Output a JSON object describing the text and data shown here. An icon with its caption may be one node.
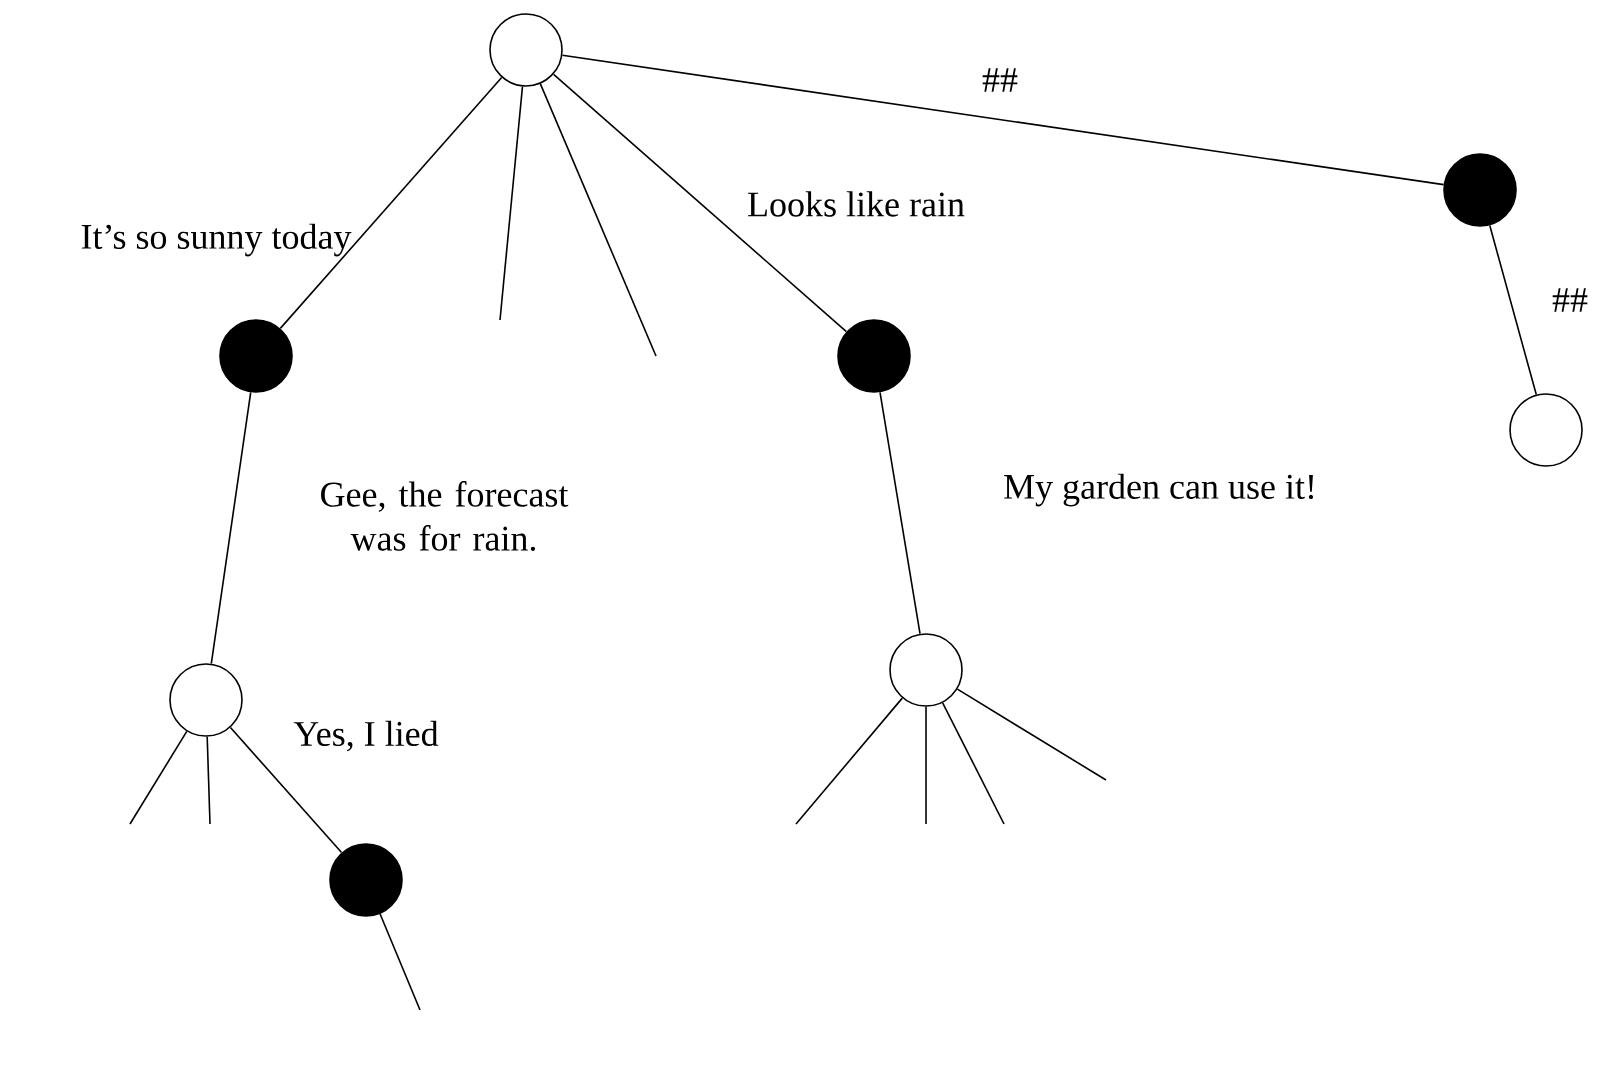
{
  "diagram": {
    "nodes": [
      {
        "text": [],
        "shape": "circle"
      },
      {
        "text": [],
        "shape": "dot"
      },
      {
        "text": [],
        "shape": "dot"
      },
      {
        "text": [],
        "shape": "dot"
      },
      {
        "text": [],
        "shape": "circle"
      },
      {
        "text": [],
        "shape": "circle"
      },
      {
        "text": [],
        "shape": "circle"
      },
      {
        "text": [],
        "shape": "dot"
      }
    ],
    "edges": [
      {
        "from": 0,
        "to": 1,
        "arrow": "none",
        "label": "It’s so sunny today"
      },
      {
        "from": 0,
        "to": null,
        "arrow": "none"
      },
      {
        "from": 0,
        "to": null,
        "arrow": "none"
      },
      {
        "from": 0,
        "to": 2,
        "arrow": "none",
        "label": "Looks like rain"
      },
      {
        "from": 0,
        "to": 3,
        "arrow": "none",
        "label": "##"
      },
      {
        "from": 3,
        "to": 4,
        "arrow": "none",
        "label": "##"
      },
      {
        "from": 1,
        "to": 5,
        "arrow": "none",
        "label": "Gee, the forecast was for rain."
      },
      {
        "from": 5,
        "to": null,
        "arrow": "none"
      },
      {
        "from": 5,
        "to": null,
        "arrow": "none"
      },
      {
        "from": 5,
        "to": 7,
        "arrow": "none",
        "label": "Yes, I lied"
      },
      {
        "from": 7,
        "to": null,
        "arrow": "none"
      },
      {
        "from": 2,
        "to": 6,
        "arrow": "none",
        "label": "My garden can use it!"
      },
      {
        "from": 6,
        "to": null,
        "arrow": "none"
      },
      {
        "from": 6,
        "to": null,
        "arrow": "none"
      },
      {
        "from": 6,
        "to": null,
        "arrow": "none"
      },
      {
        "from": 6,
        "to": null,
        "arrow": "none"
      }
    ]
  }
}
